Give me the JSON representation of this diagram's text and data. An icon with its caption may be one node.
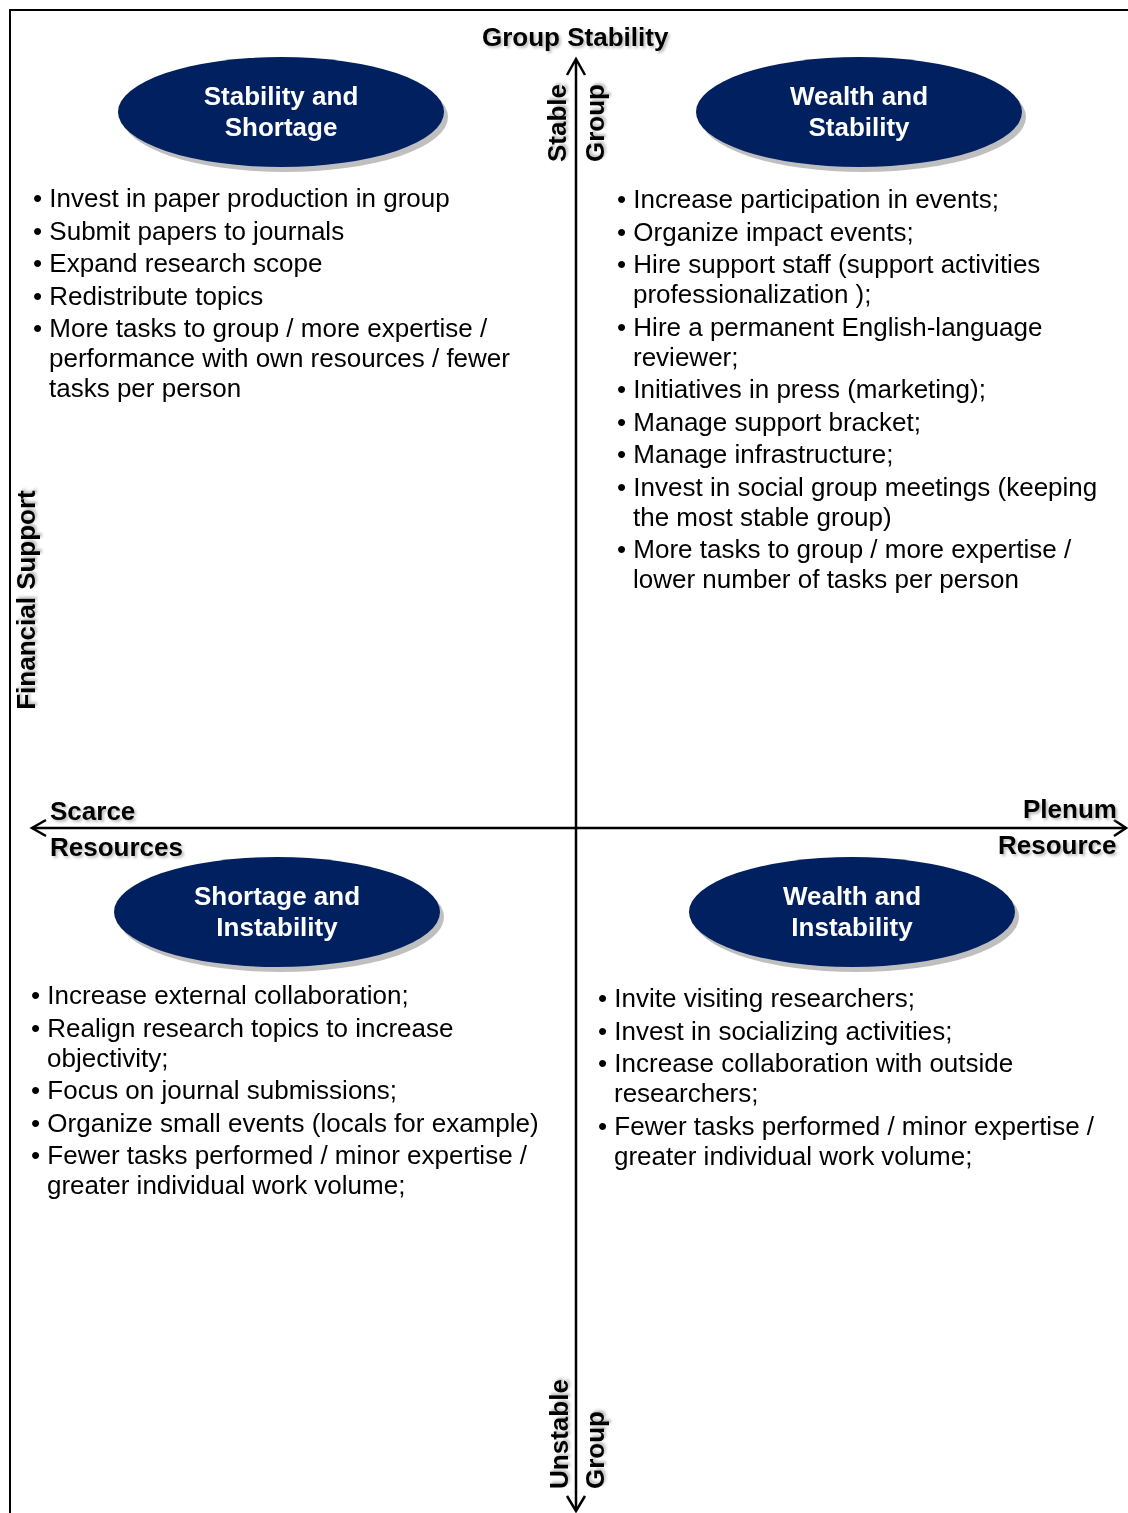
{
  "diagram": {
    "nodes": [
      {
        "text": [
          "Stability and Shortage"
        ],
        "beside": [
          "• Invest in paper production in group",
          "• Submit papers to journals",
          "• Expand research scope",
          "• Redistribute topics",
          "• More tasks to group / more expertise / performance with own resources / fewer tasks per person"
        ]
      },
      {
        "text": [
          "Wealth and Stability"
        ],
        "beside": [
          "• Increase participation in events;",
          "• Organize impact events;",
          "• Hire support staff (support activities professionalization );",
          "• Hire a permanent English-language reviewer;",
          "• Initiatives in press (marketing);",
          "• Manage support bracket;",
          "• Manage infrastructure;",
          "• Invest in social group meetings (keeping the most stable group)",
          "• More tasks to group / more expertise / lower number of tasks per person"
        ]
      },
      {
        "text": [
          "Shortage and Instability"
        ],
        "beside": [
          "• Increase external collaboration;",
          "• Realign research topics to increase objectivity;",
          "• Focus on journal submissions;",
          "• Organize small events (locals for example)",
          "• Fewer tasks performed / minor expertise / greater individual work volume;"
        ]
      },
      {
        "text": [
          "Wealth and Instability"
        ],
        "beside": [
          "• Invite visiting researchers;",
          "• Invest in socializing activities;",
          "• Increase collaboration with outside researchers;",
          "• Fewer tasks performed / minor expertise / greater individual work volume;"
        ]
      }
    ],
    "labels": [
      "Group Stability",
      "Stable",
      "Group",
      "Financial Support",
      "Scarce",
      "Resources",
      "Plenum",
      "Resource",
      "Unstable",
      "Group"
    ]
  }
}
